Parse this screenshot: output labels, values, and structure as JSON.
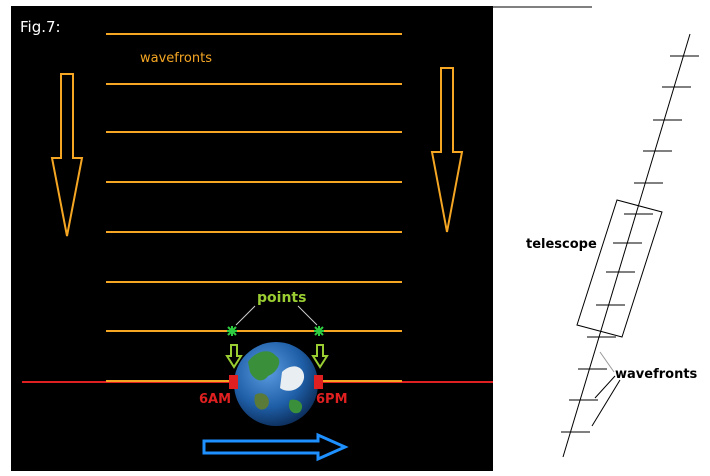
{
  "figure": {
    "label": "Fig.7:",
    "left_panel": {
      "wavefronts_label": "wavefronts",
      "points_label": "points",
      "left_time": "6AM",
      "right_time": "6PM"
    },
    "right_panel": {
      "telescope_label": "telescope",
      "wavefronts_label": "wavefronts"
    }
  },
  "colors": {
    "background": "#000000",
    "wavefront": "#f5a623",
    "arrow_outline": "#f5a623",
    "point_marker": "#2ecc40",
    "points_text": "#9acd32",
    "small_arrow": "#9acd32",
    "horizon_line": "#e02020",
    "time_text": "#e02020",
    "motion_arrow": "#1e90ff",
    "earth_ocean": "#1f5fa8",
    "earth_land": "#3a8f3a"
  },
  "icons": {
    "earth": "earth-globe-icon",
    "motion": "right-arrow-icon",
    "incoming": "down-arrow-icon"
  }
}
